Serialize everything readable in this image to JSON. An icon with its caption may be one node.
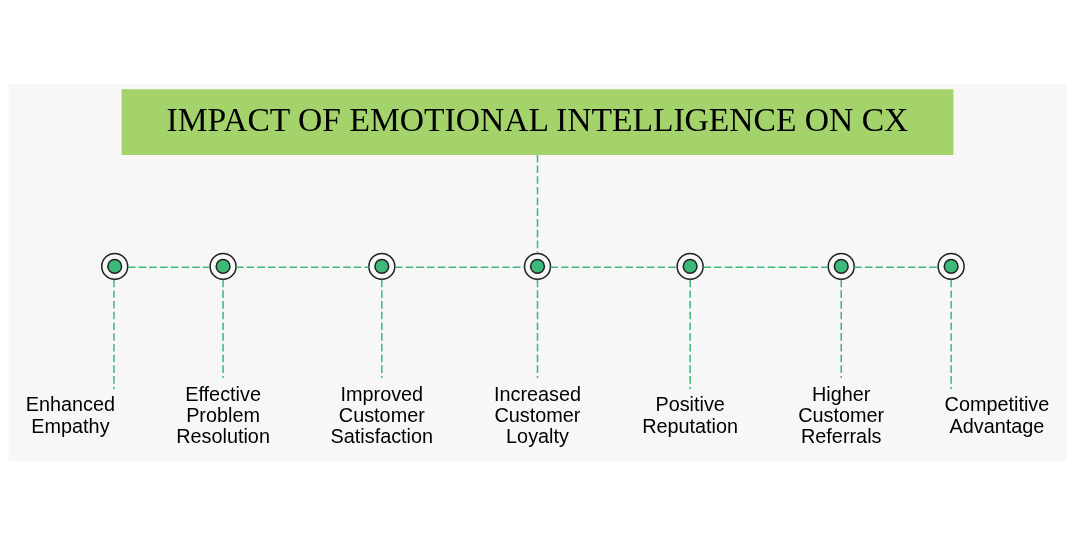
{
  "diagram": {
    "nodes": [
      {
        "text": [
          "IMPACT OF EMOTIONAL INTELLIGENCE ON CX"
        ]
      },
      {
        "text": [],
        "shape": "circle"
      },
      {
        "text": [],
        "shape": "circle"
      },
      {
        "text": [],
        "shape": "circle"
      },
      {
        "text": [],
        "shape": "circle"
      },
      {
        "text": [],
        "shape": "circle"
      },
      {
        "text": [],
        "shape": "circle"
      },
      {
        "text": [],
        "shape": "circle"
      },
      {
        "text": [
          "Enhanced Empathy"
        ]
      },
      {
        "text": [
          "Effective Problem Resolution"
        ]
      },
      {
        "text": [
          "Improved Customer Satisfaction"
        ]
      },
      {
        "text": [
          "Increased Customer Loyalty"
        ]
      },
      {
        "text": [
          "Positive Reputation"
        ]
      },
      {
        "text": [
          "Higher Customer Referrals"
        ]
      },
      {
        "text": [
          "Competitive Advantage"
        ]
      }
    ],
    "edges": [
      {
        "from": 0,
        "to": 4,
        "arrow": "none",
        "style": "dashed"
      },
      {
        "from": 1,
        "to": 2,
        "arrow": "none",
        "style": "dashed"
      },
      {
        "from": 2,
        "to": 3,
        "arrow": "none",
        "style": "dashed"
      },
      {
        "from": 3,
        "to": 4,
        "arrow": "none",
        "style": "dashed"
      },
      {
        "from": 4,
        "to": 5,
        "arrow": "none",
        "style": "dashed"
      },
      {
        "from": 5,
        "to": 6,
        "arrow": "none",
        "style": "dashed"
      },
      {
        "from": 6,
        "to": 7,
        "arrow": "none",
        "style": "dashed"
      },
      {
        "from": 1,
        "to": 8,
        "arrow": "none",
        "style": "dashed"
      },
      {
        "from": 2,
        "to": 9,
        "arrow": "none",
        "style": "dashed"
      },
      {
        "from": 3,
        "to": 10,
        "arrow": "none",
        "style": "dashed"
      },
      {
        "from": 4,
        "to": 11,
        "arrow": "none",
        "style": "dashed"
      },
      {
        "from": 5,
        "to": 12,
        "arrow": "none",
        "style": "dashed"
      },
      {
        "from": 6,
        "to": 13,
        "arrow": "none",
        "style": "dashed"
      },
      {
        "from": 7,
        "to": 14,
        "arrow": "none",
        "style": "dashed"
      }
    ]
  }
}
